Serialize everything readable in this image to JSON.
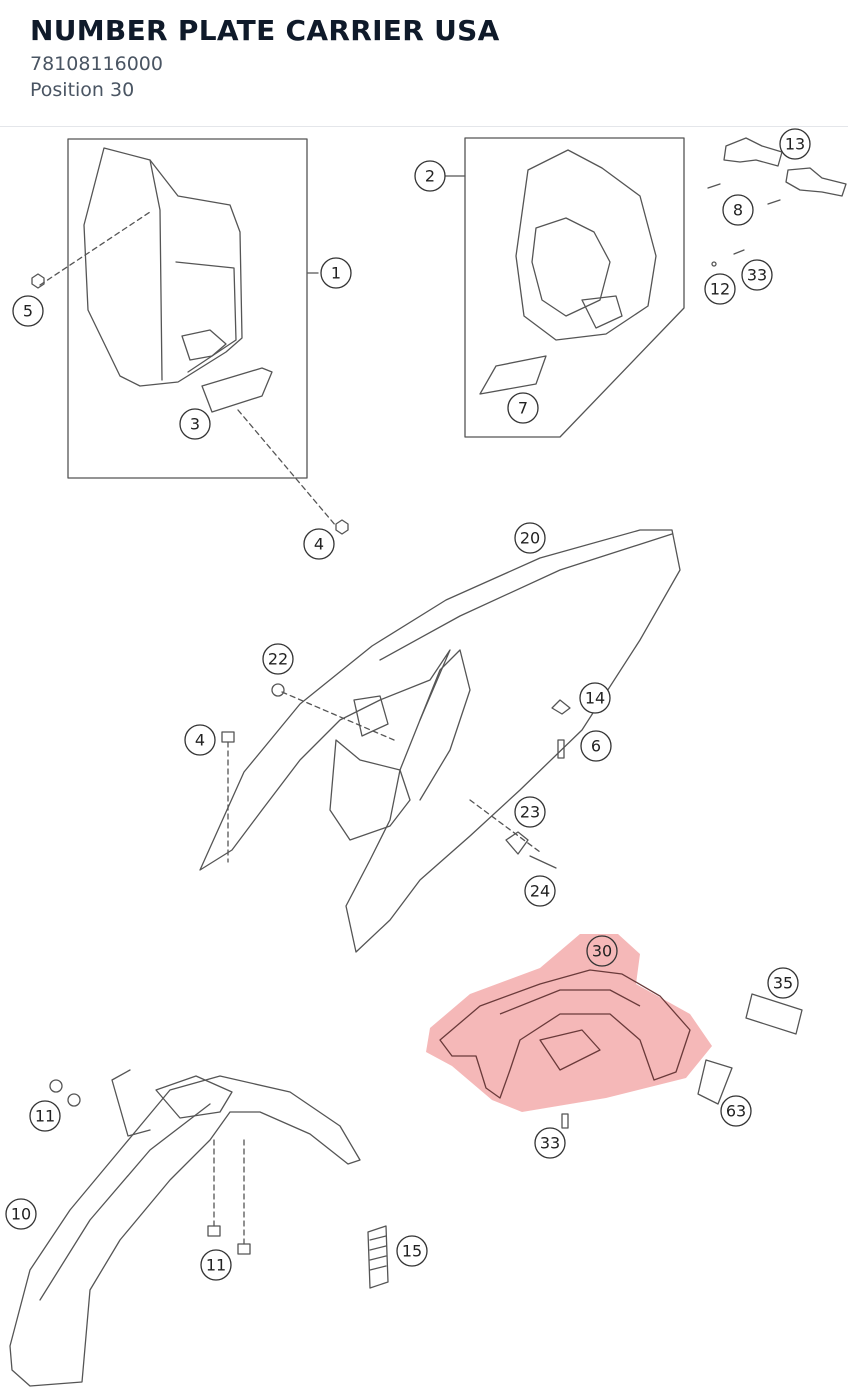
{
  "header": {
    "title": "NUMBER PLATE CARRIER USA",
    "part_number": "78108116000",
    "position": "Position 30"
  },
  "highlight": {
    "label": "30",
    "color": "#f5b8b8"
  },
  "callouts": [
    "1",
    "2",
    "3",
    "4",
    "5",
    "7",
    "8",
    "12",
    "13",
    "33",
    "20",
    "22",
    "4",
    "14",
    "6",
    "23",
    "24",
    "30",
    "35",
    "63",
    "33",
    "11",
    "10",
    "11",
    "15"
  ],
  "colors": {
    "line": "#555555",
    "highlight_fill": "#f5b8b8",
    "title": "#0f1a2a",
    "subtitle": "#4a5563"
  }
}
